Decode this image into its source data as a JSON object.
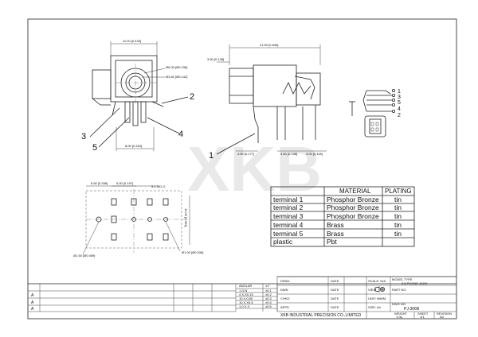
{
  "watermark": "XKB",
  "top_view": {
    "dim_top": "11.00 [0.433]",
    "dim_hole_a": "Ø6.00 [Ø0.236]",
    "dim_hole_b": "Ø3.60 [Ø0.142]",
    "dim_bottom": "8.00 [0.315]"
  },
  "side_view": {
    "dim_length": "21.50 [0.846]",
    "dim_left": "3.50 [0.138]",
    "dim_pin_a": "4.50 [0.177]",
    "dim_pin_b": "3.50 [0.138]",
    "dim_pin_c": "3.00 [0.118]"
  },
  "footprint": {
    "dim_a": "6.50 [0.256]",
    "dim_b": "5.00 [0.197]",
    "dim_c": "5-1.5X1.0",
    "dim_side": "10.00 [0.394]",
    "dim_hole_left": "Ø1.50 [Ø0.059]",
    "dim_hole_right": "Ø1.00 [Ø0.039]"
  },
  "callouts": [
    "1",
    "2",
    "3",
    "4",
    "5"
  ],
  "schematic_pins": [
    "1",
    "3",
    "5",
    "4",
    "2"
  ],
  "material_table": {
    "headers": [
      "",
      "MATERIAL",
      "PLATING"
    ],
    "rows": [
      [
        "terminal 1",
        "Phosphor Bronze",
        "tin"
      ],
      [
        "terminal 2",
        "Phosphor Bronze",
        "tin"
      ],
      [
        "terminal 3",
        "Phosphor Bronze",
        "tin"
      ],
      [
        "terminal 4",
        "Brass",
        "tin"
      ],
      [
        "terminal 5",
        "Brass",
        "tin"
      ],
      [
        "plastic",
        "Pbt",
        ""
      ]
    ]
  },
  "title_block": {
    "rev_letters": [
      "A",
      "A",
      "A"
    ],
    "angle_header": "ANGLAR",
    "angle_value": "±1°",
    "tolerances": [
      [
        "1 D.N",
        "±0.1"
      ],
      [
        "4 X.X0.1S",
        "±0.2"
      ],
      [
        "10 X.0.50",
        "±0.3"
      ],
      [
        "10 X.X0.5",
        "±0.4"
      ],
      [
        "1.0 X.X",
        "±0.5"
      ]
    ],
    "dsnd_label": "DSND",
    "dwn_label": "DWN",
    "chkd_label": "CHKD",
    "appd_label": "APPD",
    "date_label": "DATE",
    "scale_label": "SCALE: N/A",
    "model_label": "MODEL TYPE",
    "model_value": "3.5 PHONE JACK",
    "view_label": "VIEW",
    "part_label": "PART NO.",
    "unit_label": "UNIT: MM/M",
    "size_label": "SIZE: A4",
    "dwg_label": "DWG NO.",
    "dwg_value": "PJ-306B",
    "company": "XKB INDUSTRIAL PRECISION CO.,LIMITED",
    "weight_label": "WEIGHT",
    "weight_value": "1.0g",
    "sheet_label": "SHEET",
    "sheet_value": "1/1",
    "revision_label": "REVISION",
    "revision_value": "A4"
  }
}
